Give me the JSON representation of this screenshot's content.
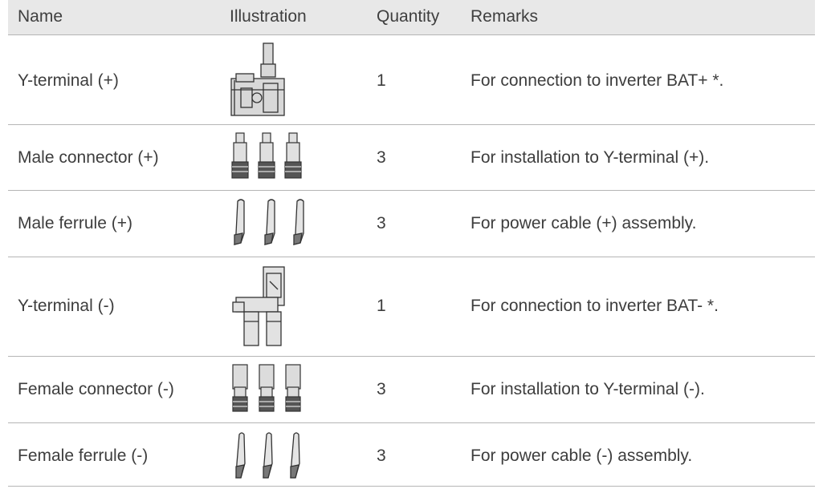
{
  "headers": {
    "name": "Name",
    "illustration": "Illustration",
    "quantity": "Quantity",
    "remarks": "Remarks"
  },
  "rows": [
    {
      "name": "Y-terminal (+)",
      "illustration_icon": "y-terminal-positive-icon",
      "quantity": "1",
      "remarks": "For connection to inverter BAT+ *."
    },
    {
      "name": "Male connector (+)",
      "illustration_icon": "male-connector-icon",
      "quantity": "3",
      "remarks": "For installation to Y-terminal (+)."
    },
    {
      "name": "Male ferrule (+)",
      "illustration_icon": "male-ferrule-icon",
      "quantity": "3",
      "remarks": "For power cable (+) assembly."
    },
    {
      "name": "Y-terminal (-)",
      "illustration_icon": "y-terminal-negative-icon",
      "quantity": "1",
      "remarks": "For connection to inverter BAT- *."
    },
    {
      "name": "Female connector (-)",
      "illustration_icon": "female-connector-icon",
      "quantity": "3",
      "remarks": "For installation to Y-terminal (-)."
    },
    {
      "name": "Female ferrule (-)",
      "illustration_icon": "female-ferrule-icon",
      "quantity": "3",
      "remarks": "For power cable (-) assembly."
    }
  ]
}
